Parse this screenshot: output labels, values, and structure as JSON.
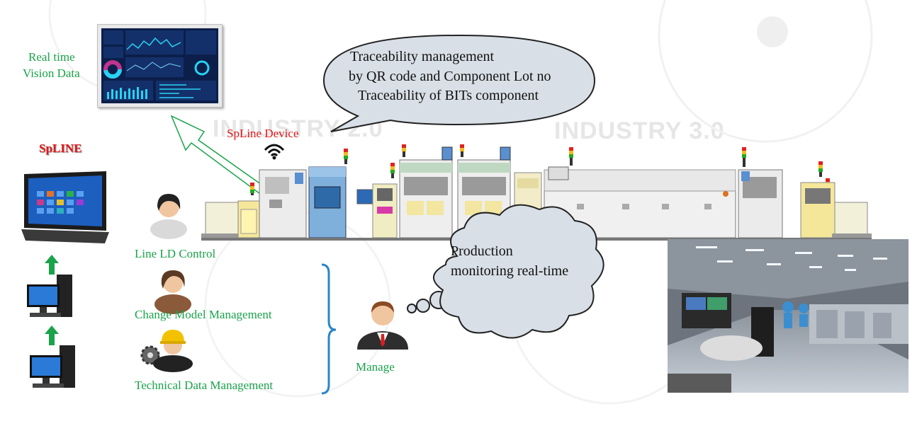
{
  "watermarks": {
    "left": "INDUSTRY 2.0",
    "right": "INDUSTRY 3.0"
  },
  "dashboard_label": {
    "line1": "Real time",
    "line2": "Vision Data"
  },
  "spline_title": "SpLINE",
  "device_label": "SpLine Device",
  "speech_bubble": {
    "line1": "Traceability management",
    "line2": "by QR code and Component Lot no",
    "line3": "Traceability of BITs component"
  },
  "thought_bubble": {
    "line1": "Production",
    "line2": "monitoring real-time"
  },
  "roles": {
    "line_control": "Line LD Control",
    "change_model": "Change Model Management",
    "technical_data": "Technical Data Management",
    "manage": "Manage"
  },
  "colors": {
    "label_green": "#1aa34a",
    "arrow_green": "#1aa34a",
    "brace_blue": "#2a86c8",
    "device_red": "#e01818"
  }
}
